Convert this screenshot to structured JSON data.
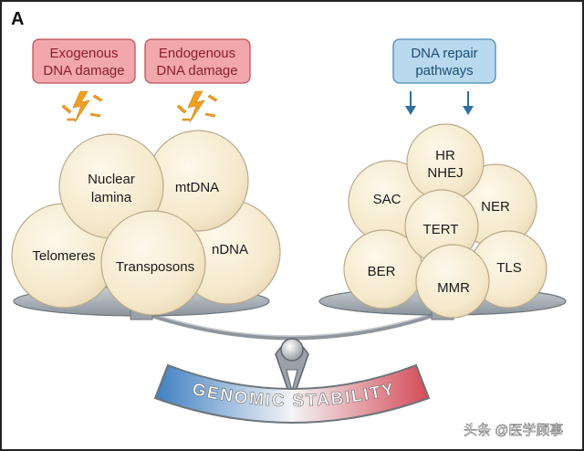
{
  "panel_label": "A",
  "left_inputs": [
    {
      "line1": "Exogenous",
      "line2": "DNA damage"
    },
    {
      "line1": "Endogenous",
      "line2": "DNA damage"
    }
  ],
  "right_input": {
    "line1": "DNA repair",
    "line2": "pathways"
  },
  "left_pan_items": [
    {
      "line1": "Telomeres",
      "line2": ""
    },
    {
      "line1": "nDNA",
      "line2": ""
    },
    {
      "line1": "Nuclear",
      "line2": "lamina"
    },
    {
      "line1": "mtDNA",
      "line2": ""
    },
    {
      "line1": "Transposons",
      "line2": ""
    }
  ],
  "right_pan_items": [
    {
      "line1": "SAC",
      "line2": ""
    },
    {
      "line1": "BER",
      "line2": ""
    },
    {
      "line1": "NER",
      "line2": ""
    },
    {
      "line1": "TLS",
      "line2": ""
    },
    {
      "line1": "HR",
      "line2": "NHEJ"
    },
    {
      "line1": "TERT",
      "line2": ""
    },
    {
      "line1": "MMR",
      "line2": ""
    }
  ],
  "fulcrum_label": "GENOMIC STABILITY",
  "watermark": "头条 @医学顾事",
  "colors": {
    "damage_box_fill": "#f2a7ad",
    "damage_box_stroke": "#c0505a",
    "damage_text": "#8a1f2b",
    "repair_box_fill": "#b9d9ef",
    "repair_box_stroke": "#4a8ab8",
    "repair_text": "#1d4d74",
    "lightning": "#f0a020",
    "arrow": "#2d6f9e",
    "ball_fill": "#f7ecd2",
    "ball_stroke": "#b9a98a",
    "pan_fill": "#a9b0b7",
    "beam": "#9aa1a8",
    "arc_left": "#4a88c8",
    "arc_right": "#d9555f"
  }
}
